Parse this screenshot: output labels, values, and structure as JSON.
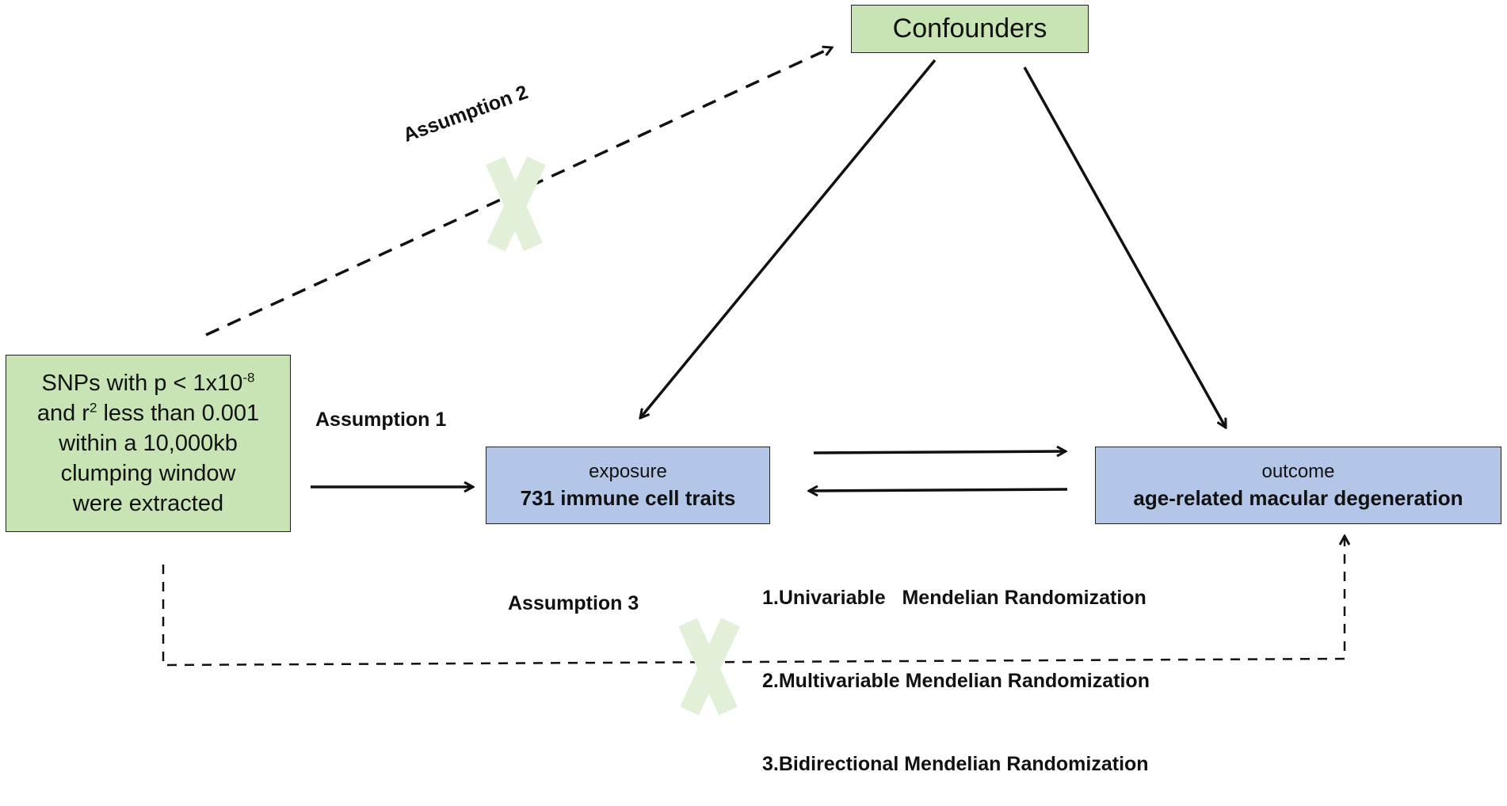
{
  "colors": {
    "green_box": "#c9e4b4",
    "blue_box": "#b4c6e7",
    "x_mark": "#e2f0d9",
    "line": "#111111"
  },
  "nodes": {
    "confounders": "Confounders",
    "snps": {
      "line1_prefix": "SNPs with p <  1x10",
      "line1_sup": "-8",
      "line2_prefix": "and r",
      "line2_sup": "2",
      "line2_suffix": " less than 0.001",
      "line3": "within a 10,000kb",
      "line4": "clumping window",
      "line5": "were extracted"
    },
    "exposure": {
      "label": "exposure",
      "name": "731 immune cell traits"
    },
    "outcome": {
      "label": "outcome",
      "name": "age-related macular degeneration"
    }
  },
  "labels": {
    "assumption1": "Assumption 1",
    "assumption2": "Assumption 2",
    "assumption3": "Assumption 3"
  },
  "methods": [
    "1.Univariable   Mendelian Randomization",
    "2.Multivariable Mendelian Randomization",
    "3.Bidirectional Mendelian Randomization"
  ],
  "edges": [
    {
      "from": "snps",
      "to": "exposure",
      "style": "solid"
    },
    {
      "from": "confounders",
      "to": "exposure",
      "style": "solid"
    },
    {
      "from": "confounders",
      "to": "outcome",
      "style": "solid"
    },
    {
      "from": "exposure",
      "to": "outcome",
      "style": "solid"
    },
    {
      "from": "outcome",
      "to": "exposure",
      "style": "solid"
    },
    {
      "from": "snps",
      "to": "confounders",
      "style": "dashed",
      "blocked": true
    },
    {
      "from": "snps",
      "to": "outcome",
      "style": "dashed",
      "blocked": true
    }
  ]
}
